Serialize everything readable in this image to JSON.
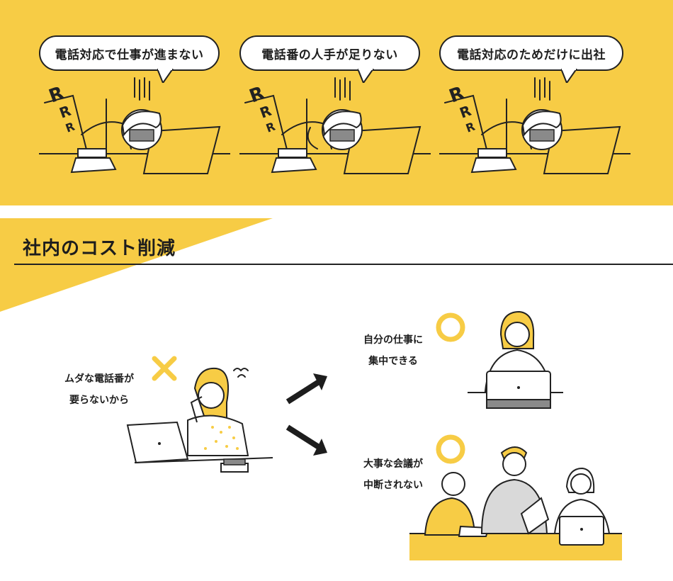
{
  "bubbles": [
    {
      "text": "電話対応で仕事が進まない"
    },
    {
      "text": "電話番の人手が足りない"
    },
    {
      "text": "電話対応のためだけに出社"
    }
  ],
  "section": {
    "title": "社内のコスト削減"
  },
  "left": {
    "line1": "ムダな電話番が",
    "line2": "要らないから"
  },
  "right_top": {
    "line1": "自分の仕事に",
    "line2": "集中できる"
  },
  "right_bottom": {
    "line1": "大事な会議が",
    "line2": "中断されない"
  },
  "colors": {
    "accent": "#f7cc45",
    "ink": "#222222",
    "grey": "#8a8a8a"
  }
}
